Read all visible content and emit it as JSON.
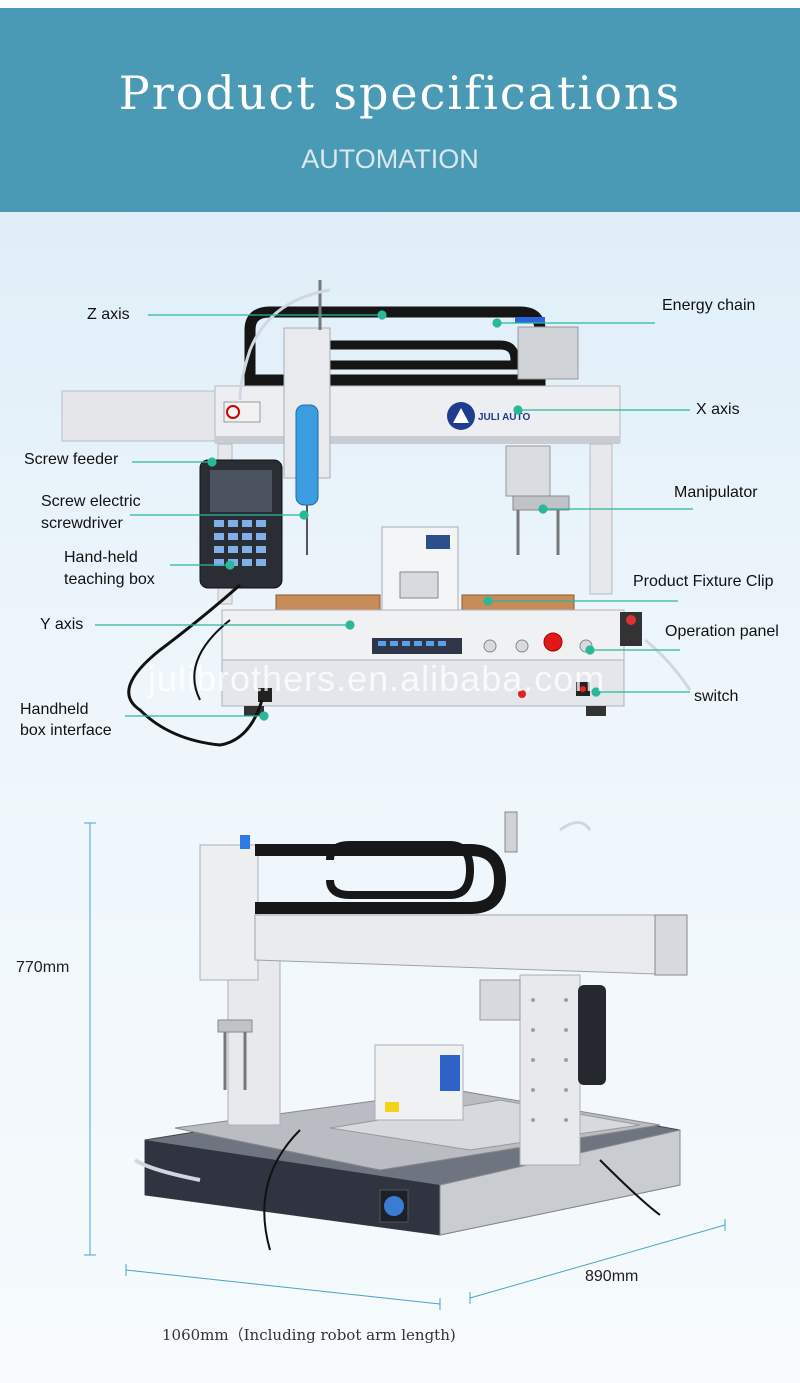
{
  "header": {
    "title": "Product specifications",
    "subtitle": "AUTOMATION"
  },
  "labels": {
    "z_axis": "Z axis",
    "energy_chain": "Energy chain",
    "x_axis": "X axis",
    "screw_feeder": "Screw feeder",
    "screw_electric_1": "Screw electric",
    "screw_electric_2": "screwdriver",
    "manipulator": "Manipulator",
    "hand_held_1": "Hand-held",
    "hand_held_2": "teaching box",
    "product_fixture_clip": "Product Fixture Clip",
    "y_axis": "Y axis",
    "operation_panel": "Operation panel",
    "switch": "switch",
    "handheld_box_1": "Handheld",
    "handheld_box_2": "box interface"
  },
  "machine_logo": "JULI AUTO",
  "watermark": "julibrothers.en.alibaba.com",
  "dimensions": {
    "height": "770mm",
    "depth": "890mm",
    "width": "1060mm（Including robot arm length)"
  },
  "colors": {
    "header_bg": "#4a9ab5",
    "leader_line": "#29b89a",
    "dimension_line": "#4aa3c8"
  }
}
